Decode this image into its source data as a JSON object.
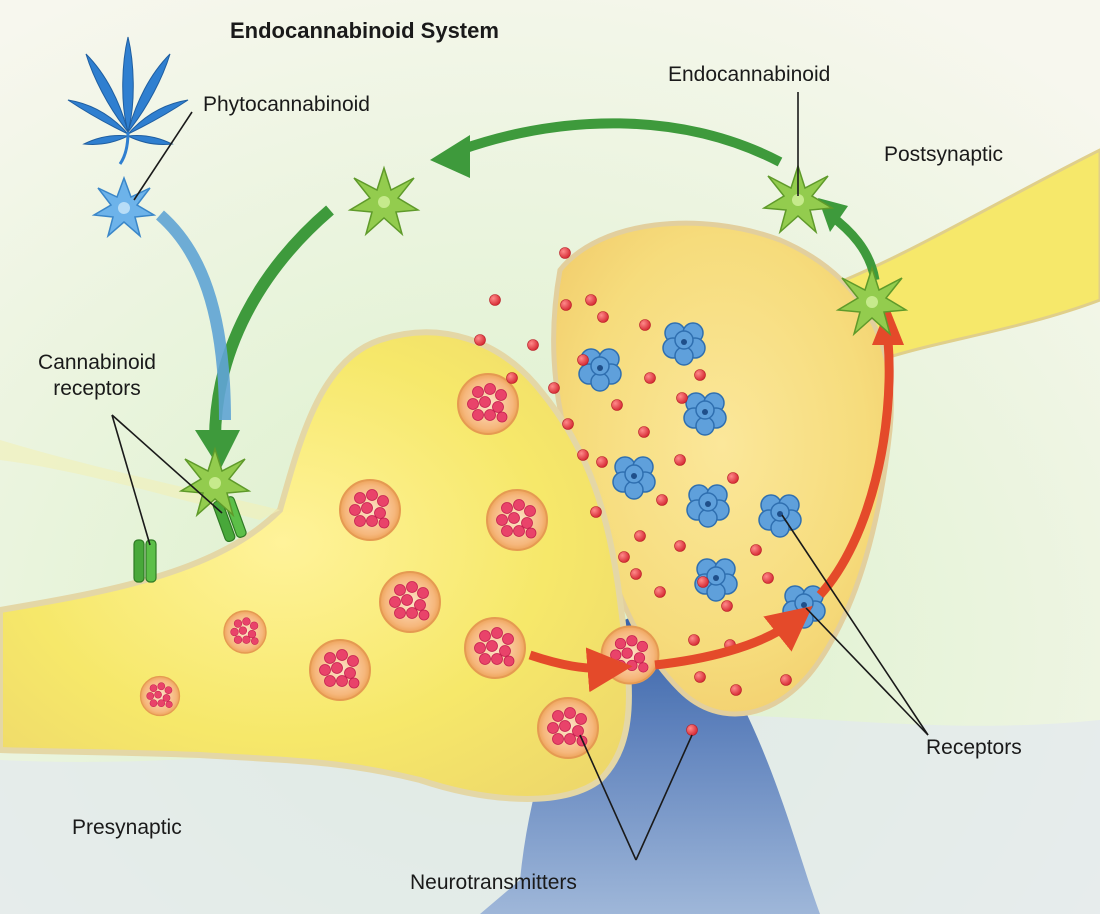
{
  "diagram": {
    "title": "Endocannabinoid System",
    "labels": {
      "phytocannabinoid": "Phytocannabinoid",
      "endocannabinoid": "Endocannabinoid",
      "postsynaptic": "Postsynaptic",
      "cannabinoid_receptors": "Cannabinoid receptors",
      "presynaptic": "Presynaptic",
      "neurotransmitters": "Neurotransmitters",
      "receptors": "Receptors"
    },
    "icons": [
      "cannabis-leaf-icon",
      "star-molecule-icon",
      "receptor-channel-icon",
      "vesicle-icon",
      "protein-receptor-icon"
    ],
    "colors": {
      "neuron_fill": "#f6e86a",
      "membrane": "#e4d7a6",
      "synaptic_gap": "#4f78b6",
      "endocannabinoid": "#93cc4e",
      "phytocannabinoid": "#6db3ea",
      "cannabis_leaf": "#2f7fd0",
      "receptor_channel": "#48a83a",
      "neurotransmitter": "#e0323c",
      "protein_receptor": "#5fa0db",
      "arrow_green": "#3e9a3c",
      "arrow_red": "#e44a2a",
      "arrow_blue": "#5fa4d4"
    }
  }
}
